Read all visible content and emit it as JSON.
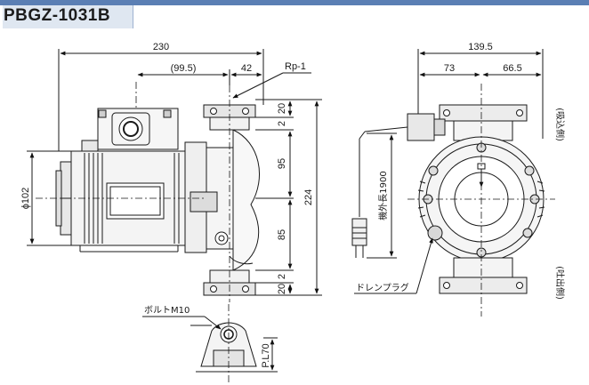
{
  "header": {
    "model": "PBGZ-1031B",
    "accent_color": "#5b7fb4",
    "title_bg": "#dfe7f1"
  },
  "left_view": {
    "dims": {
      "overall_length": "230",
      "partial_length": "(99.5)",
      "port_offset": "42",
      "port_label": "Rp-1",
      "motor_diameter": "ϕ102",
      "v_top_20": "20",
      "v_2_top": "2",
      "v_95": "95",
      "v_85": "85",
      "v_2_bottom": "2",
      "v_20_bottom": "20",
      "overall_height": "224"
    },
    "bolt_label": "ボルトM10",
    "pl_label": "P.L70"
  },
  "right_view": {
    "dims": {
      "overall_width": "139.5",
      "left_width": "73",
      "right_width": "66.5"
    },
    "cable_label": "機外長1900",
    "drain_label": "ドレンプラグ",
    "inlet_label": "(吸込側)",
    "outlet_label": "(吐出側)"
  }
}
